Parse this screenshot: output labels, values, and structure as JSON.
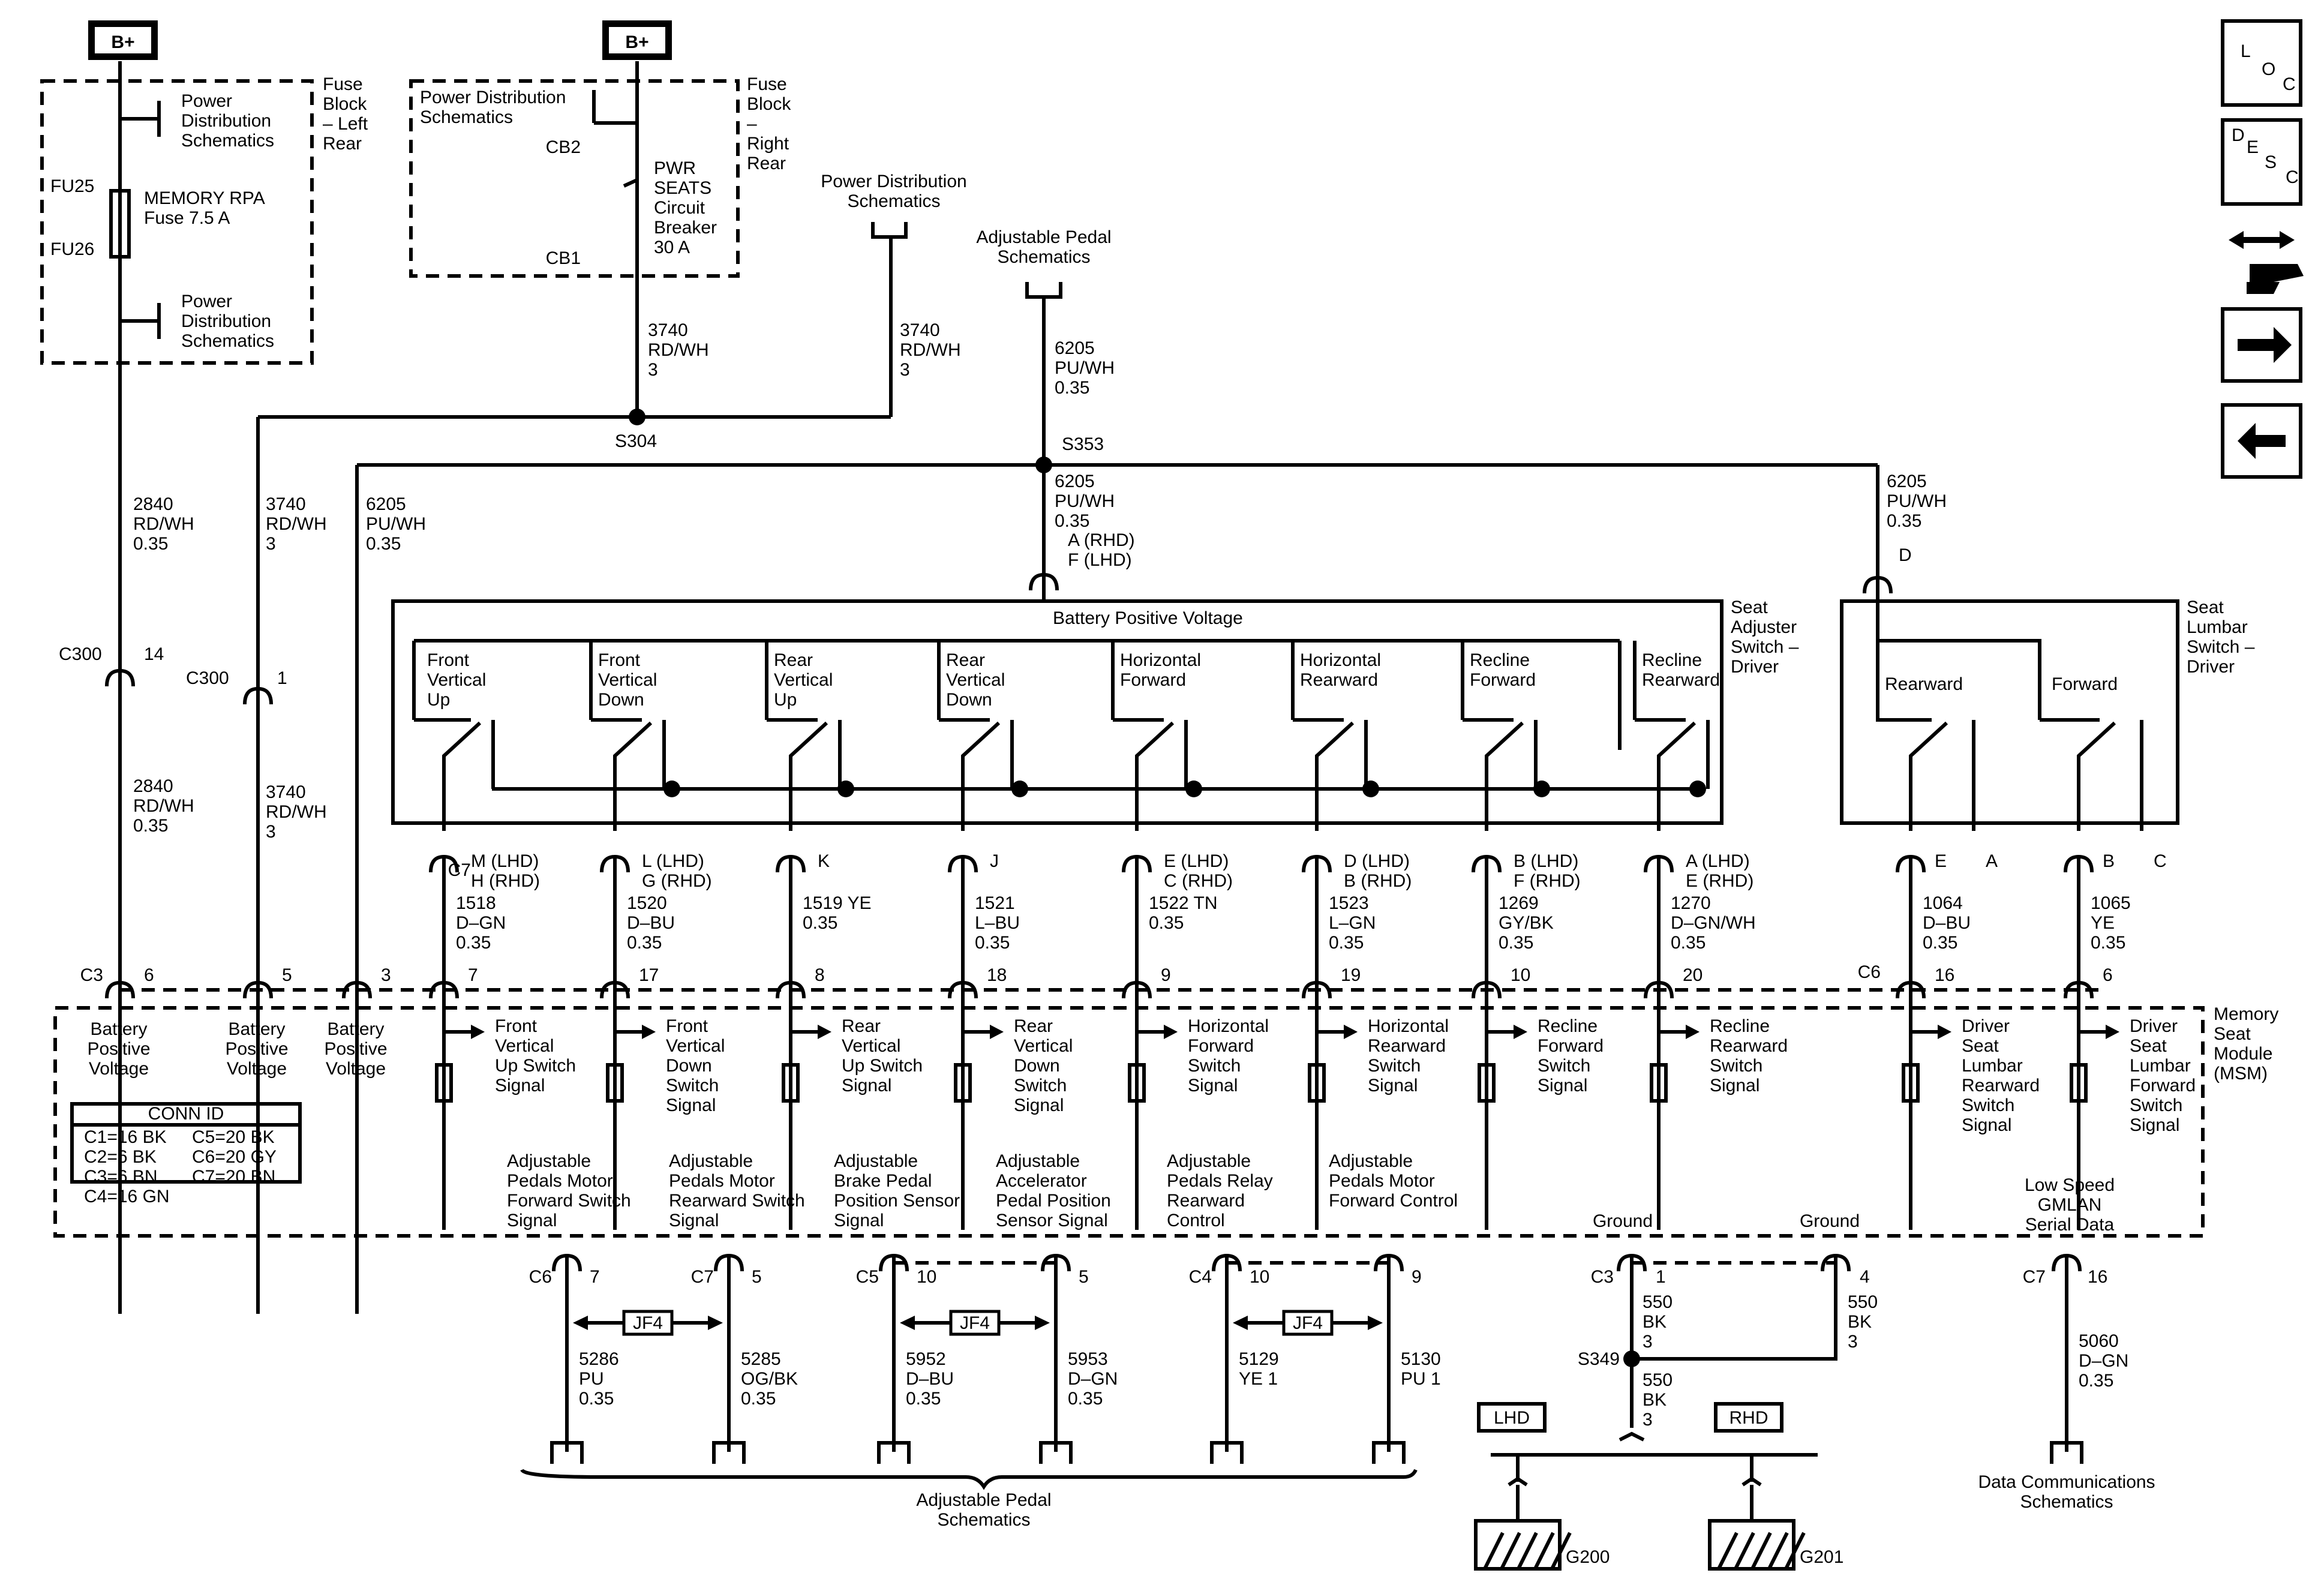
{
  "b_plus": "B+",
  "fuse_left": {
    "title": "Fuse Block – Left Rear",
    "pd_top": "Power Distribution Schematics",
    "pd_bottom": "Power Distribution Schematics",
    "fu25": "FU25",
    "fu26": "FU26",
    "fuse": "MEMORY RPA Fuse 7.5 A"
  },
  "fuse_right": {
    "title": "Fuse Block – Right Rear",
    "pd": "Power Distribution Schematics",
    "cb2": "CB2",
    "cb1": "CB1",
    "breaker": "PWR SEATS Circuit Breaker 30 A"
  },
  "pd_mid": "Power Distribution Schematics",
  "pedal_top": "Adjustable Pedal Schematics",
  "wires": {
    "w3740a": "3740 RD/WH 3",
    "w3740b": "3740 RD/WH 3",
    "w6205a": "6205 PU/WH 0.35",
    "w2840a": "2840 RD/WH 0.35",
    "w3740c": "3740 RD/WH 3",
    "w6205b": "6205 PU/WH 0.35",
    "w6205c": "6205 PU/WH 0.35",
    "w6205d": "6205 PU/WH 0.35",
    "w2840b": "2840 RD/WH 0.35",
    "w3740d": "3740 RD/WH 3"
  },
  "splices": {
    "s304": "S304",
    "s353": "S353",
    "s349": "S349"
  },
  "c300": {
    "a": "C300",
    "a_pin": "14",
    "b": "C300",
    "b_pin": "1"
  },
  "seat_adj": {
    "title": "Seat Adjuster Switch – Driver",
    "bpv": "Battery Positive Voltage",
    "pin_in": "A (RHD) F (LHD)",
    "switches": [
      "Front Vertical Up",
      "Front Vertical Down",
      "Rear Vertical Up",
      "Rear Vertical Down",
      "Horizontal Forward",
      "Horizontal Rearward",
      "Recline Forward",
      "Recline Rearward"
    ],
    "pins": [
      "M (LHD) H (RHD)",
      "L (LHD) G (RHD)",
      "K",
      "J",
      "E (LHD) C (RHD)",
      "D (LHD) B (RHD)",
      "B (LHD) F (RHD)",
      "A (LHD) E (RHD)"
    ],
    "wires": [
      "1518 D–GN 0.35",
      "1520 D–BU 0.35",
      "1519 YE 0.35",
      "1521 L–BU 0.35",
      "1522 TN 0.35",
      "1523 L–GN 0.35",
      "1269 GY/BK 0.35",
      "1270 D–GN/WH 0.35"
    ],
    "c7pins": [
      "7",
      "17",
      "8",
      "18",
      "9",
      "19",
      "10",
      "20"
    ],
    "signals": [
      "Front Vertical Up Switch Signal",
      "Front Vertical Down Switch Signal",
      "Rear Vertical Up Switch Signal",
      "Rear Vertical Down Switch Signal",
      "Horizontal Forward Switch Signal",
      "Horizontal Rearward Switch Signal",
      "Recline Forward Switch Signal",
      "Recline Rearward Switch Signal"
    ]
  },
  "lumbar": {
    "title": "Seat Lumbar Switch – Driver",
    "pin_in": "D",
    "switches": [
      "Rearward",
      "Forward"
    ],
    "pins": [
      "E",
      "A",
      "B",
      "C"
    ],
    "wires": [
      "1064 D–BU 0.35",
      "1065 YE 0.35"
    ],
    "c6": "C6",
    "c6pins": [
      "16",
      "6"
    ],
    "signals": [
      "Driver Seat Lumbar Rearward Switch Signal",
      "Driver Seat Lumbar Forward Switch Signal"
    ]
  },
  "msm": {
    "title": "Memory Seat Module (MSM)",
    "c3": "C3",
    "c3_pins": [
      "6",
      "5",
      "3"
    ],
    "c7": "C7",
    "bpv": [
      "Battery Positive Voltage",
      "Battery Positive Voltage",
      "Battery Positive Voltage"
    ],
    "conn_title": "CONN ID",
    "conn_left": [
      "C1=16 BK",
      "C2=6 BK",
      "C3=6 BN",
      "C4=16 GN"
    ],
    "conn_right": [
      "C5=20 BK",
      "C6=20 GY",
      "C7=20 BN"
    ],
    "bottom": [
      "Adjustable Pedals Motor Forward Switch Signal",
      "Adjustable Pedals Motor Rearward Switch Signal",
      "Adjustable Brake Pedal Position Sensor Signal",
      "Adjustable Accelerator Pedal Position Sensor Signal",
      "Adjustable Pedals Relay Rearward Control",
      "Adjustable Pedals Motor Forward Control"
    ],
    "ground1": "Ground",
    "ground2": "Ground",
    "lsgmlan": "Low Speed GMLAN Serial Data"
  },
  "bottom_conns": {
    "conns": [
      "C6",
      "C7",
      "C5",
      "",
      "C4",
      ""
    ],
    "pins": [
      "7",
      "5",
      "10",
      "5",
      "10",
      "9"
    ],
    "wires": [
      "5286 PU 0.35",
      "5285 OG/BK 0.35",
      "5952 D–BU 0.35",
      "5953 D–GN 0.35",
      "5129 YE 1",
      "5130 PU 1"
    ],
    "jf": [
      "JF4",
      "JF4",
      "JF4"
    ],
    "pedal_bottom": "Adjustable Pedal Schematics"
  },
  "ground": {
    "c3": "C3",
    "pin1": "1",
    "pin4": "4",
    "w1": "550 BK 3",
    "w4": "550 BK 3",
    "w5": "550 BK 3",
    "lhd": "LHD",
    "rhd": "RHD",
    "g200": "G200",
    "g201": "G201"
  },
  "gmlan": {
    "c7": "C7",
    "pin": "16",
    "wire": "5060 D–GN 0.35",
    "dest": "Data Communications Schematics"
  },
  "nav": {
    "loc": "LOC",
    "desc": "DESC"
  }
}
